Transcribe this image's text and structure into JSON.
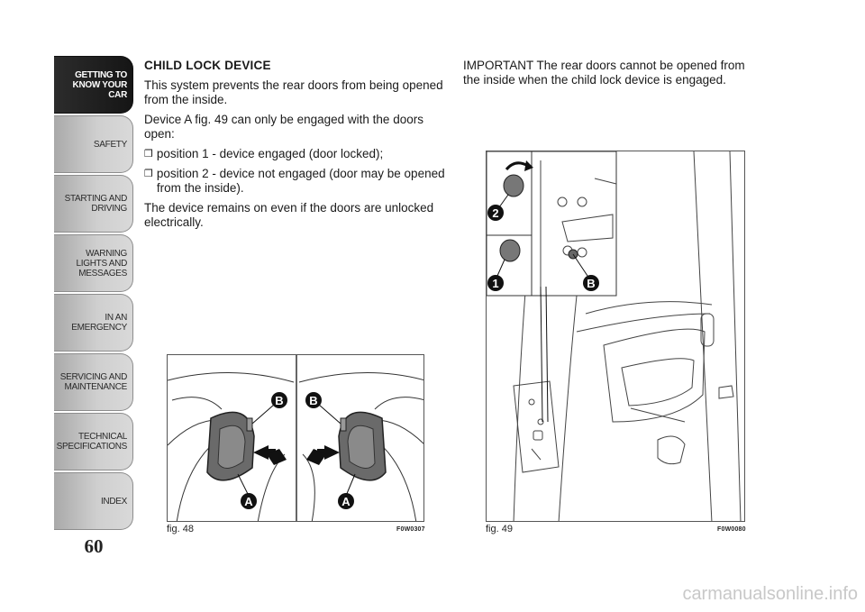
{
  "sidebar": {
    "tabs": [
      {
        "label": "GETTING TO KNOW YOUR CAR",
        "active": true
      },
      {
        "label": "SAFETY",
        "active": false
      },
      {
        "label": "STARTING AND DRIVING",
        "active": false
      },
      {
        "label": "WARNING LIGHTS AND MESSAGES",
        "active": false
      },
      {
        "label": "IN AN EMERGENCY",
        "active": false
      },
      {
        "label": "SERVICING AND MAINTENANCE",
        "active": false
      },
      {
        "label": "TECHNICAL SPECIFICATIONS",
        "active": false
      },
      {
        "label": "INDEX",
        "active": false
      }
    ],
    "page_number": "60"
  },
  "left_column": {
    "heading": "CHILD LOCK DEVICE",
    "intro": "This system prevents the rear doors from being opened from the inside.",
    "device_text": "Device A fig. 49 can only be engaged with the doors open:",
    "bullets": [
      "position 1 - device engaged (door locked);",
      "position 2 - device not engaged (door may be opened from the inside)."
    ],
    "closing": "The device remains on even if the doors are unlocked electrically."
  },
  "right_column": {
    "important": "IMPORTANT The rear doors cannot be opened from the inside when the child lock device is engaged."
  },
  "figures": {
    "fig48": {
      "caption": "fig. 48",
      "code": "F0W0307",
      "labels": {
        "b": "B",
        "a": "A"
      }
    },
    "fig49": {
      "caption": "fig. 49",
      "code": "F0W0080",
      "labels": {
        "two": "2",
        "one": "1",
        "b": "B"
      }
    }
  },
  "icons": {
    "bullet": "checkbox-bullet-icon"
  },
  "watermark": "carmanualsonline.info"
}
